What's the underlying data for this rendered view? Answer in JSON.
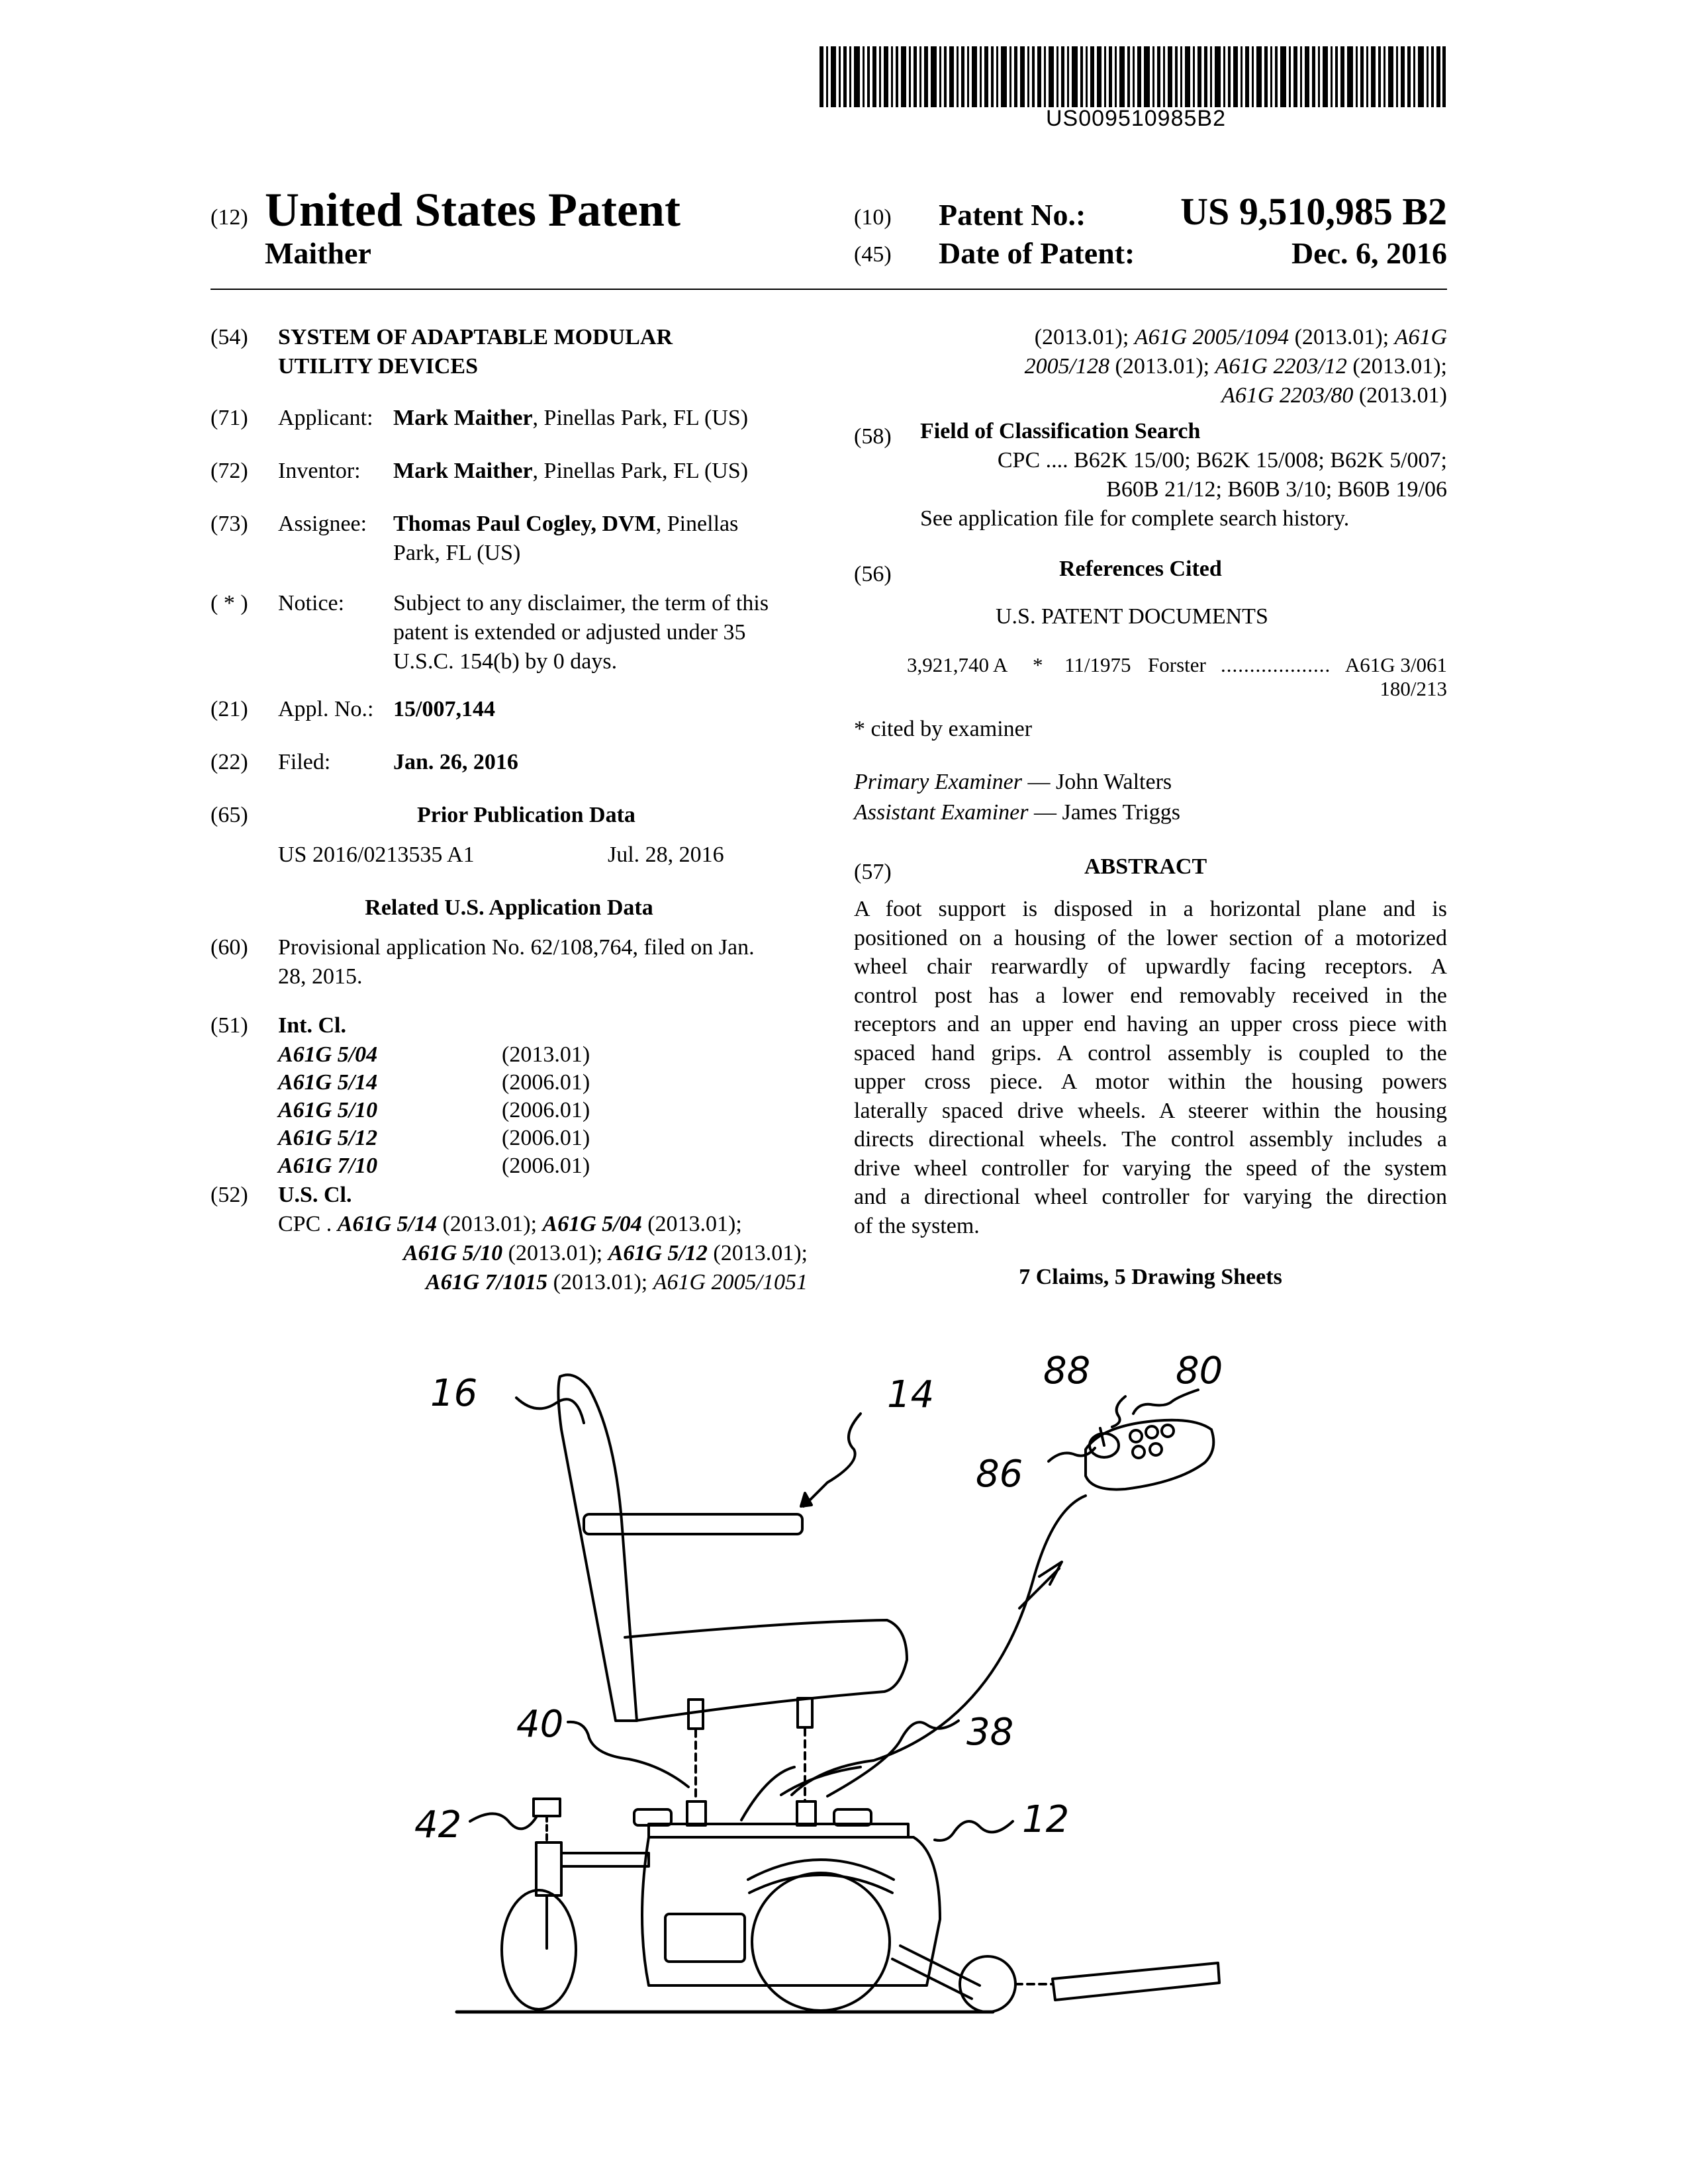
{
  "barcode": {
    "text": "US009510985B2"
  },
  "header": {
    "code12": "(12)",
    "title": "United States Patent",
    "inventor_surname": "Maither",
    "code10": "(10)",
    "patent_no_label": "Patent No.:",
    "patent_no": "US 9,510,985 B2",
    "code45": "(45)",
    "date_label": "Date of Patent:",
    "date": "Dec. 6, 2016"
  },
  "left": {
    "f54": {
      "code": "(54)",
      "line1": "SYSTEM OF ADAPTABLE MODULAR",
      "line2": "UTILITY DEVICES"
    },
    "f71": {
      "code": "(71)",
      "label": "Applicant:",
      "name": "Mark Maither",
      "rest": ", Pinellas Park, FL (US)"
    },
    "f72": {
      "code": "(72)",
      "label": "Inventor:",
      "name": "Mark Maither",
      "rest": ", Pinellas Park, FL (US)"
    },
    "f73": {
      "code": "(73)",
      "label": "Assignee:",
      "name": "Thomas Paul Cogley, DVM",
      "rest": ", Pinellas",
      "line2": "Park, FL (US)"
    },
    "notice": {
      "code": "( * )",
      "label": "Notice:",
      "line1": "Subject to any disclaimer, the term of this",
      "line2": "patent is extended or adjusted under 35",
      "line3": "U.S.C. 154(b) by 0 days."
    },
    "f21": {
      "code": "(21)",
      "label": "Appl. No.:",
      "value": "15/007,144"
    },
    "f22": {
      "code": "(22)",
      "label": "Filed:",
      "value": "Jan. 26, 2016"
    },
    "f65": {
      "code": "(65)",
      "heading": "Prior Publication Data",
      "pub": "US 2016/0213535 A1",
      "date": "Jul. 28, 2016"
    },
    "related_heading": "Related U.S. Application Data",
    "f60": {
      "code": "(60)",
      "line1": "Provisional application No. 62/108,764, filed on Jan.",
      "line2": "28, 2015."
    },
    "f51": {
      "code": "(51)",
      "label": "Int. Cl.",
      "rows": [
        {
          "cls": "A61G 5/04",
          "ver": "(2013.01)"
        },
        {
          "cls": "A61G 5/14",
          "ver": "(2006.01)"
        },
        {
          "cls": "A61G 5/10",
          "ver": "(2006.01)"
        },
        {
          "cls": "A61G 5/12",
          "ver": "(2006.01)"
        },
        {
          "cls": "A61G 7/10",
          "ver": "(2006.01)"
        }
      ]
    },
    "f52": {
      "code": "(52)",
      "label": "U.S. Cl.",
      "cpc": "CPC .",
      "l1a": "A61G 5/14",
      "l1b": " (2013.01); ",
      "l1c": "A61G 5/04",
      "l1d": " (2013.01);",
      "l2a": "A61G 5/10",
      "l2b": " (2013.01); ",
      "l2c": "A61G 5/12",
      "l2d": " (2013.01);",
      "l3a": "A61G 7/1015",
      "l3b": " (2013.01); ",
      "l3c": "A61G 2005/1051"
    }
  },
  "right": {
    "cont": {
      "l1a": "(2013.01); ",
      "l1b": "A61G 2005/1094",
      "l1c": " (2013.01); ",
      "l1d": "A61G",
      "l2a": "2005/128",
      "l2b": " (2013.01); ",
      "l2c": "A61G 2203/12",
      "l2d": " (2013.01);",
      "l3a": "A61G 2203/80",
      "l3b": " (2013.01)"
    },
    "f58": {
      "code": "(58)",
      "heading": "Field of Classification Search",
      "line1": "CPC .... B62K 15/00; B62K 15/008; B62K 5/007;",
      "line2": "B60B 21/12; B60B 3/10; B60B 19/06",
      "line3": "See application file for complete search history."
    },
    "f56": {
      "code": "(56)",
      "heading": "References Cited",
      "subheading": "U.S. PATENT DOCUMENTS",
      "ref_no": "3,921,740 A",
      "star": "*",
      "ref_date": "11/1975",
      "ref_name": "Forster",
      "dots": "...................",
      "ref_cls": "A61G 3/061",
      "ref_cls2": "180/213",
      "cited": "* cited by examiner"
    },
    "examiners": {
      "primary_label": "Primary Examiner",
      "primary": " — John Walters",
      "assistant_label": "Assistant Examiner",
      "assistant": " — James Triggs"
    },
    "f57": {
      "code": "(57)",
      "heading": "ABSTRACT",
      "lines": [
        "A foot support is disposed in a horizontal plane and is",
        "positioned on a housing of the lower section of a motorized",
        "wheel chair rearwardly of upwardly facing receptors. A",
        "control post has a lower end removably received in the",
        "receptors and an upper end having an upper cross piece with",
        "spaced hand grips. A control assembly is coupled to the",
        "upper cross piece. A motor within the housing powers",
        "laterally spaced drive wheels. A steerer within the housing",
        "directs directional wheels. The control assembly includes a",
        "drive wheel controller for varying the speed of the system",
        "and a directional wheel controller for varying the direction"
      ],
      "last_line": "of the system.",
      "claims": "7 Claims, 5 Drawing Sheets"
    }
  },
  "figure": {
    "labels": {
      "l16": "16",
      "l14": "14",
      "l88": "88",
      "l80": "80",
      "l86": "86",
      "l40": "40",
      "l38": "38",
      "l42": "42",
      "l12": "12"
    }
  }
}
